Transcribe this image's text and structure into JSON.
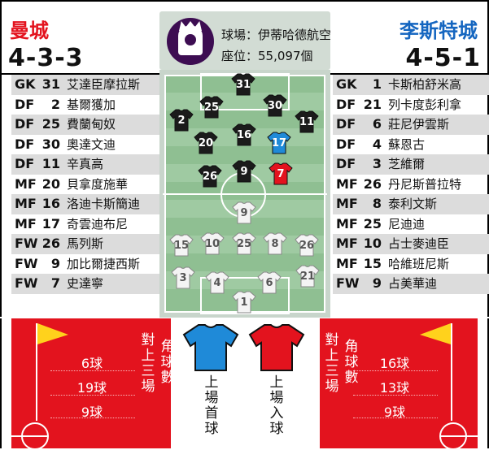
{
  "home": {
    "name": "曼城",
    "formation": "4-3-3",
    "players": [
      {
        "pos": "GK",
        "num": "31",
        "name": "艾達臣摩拉斯"
      },
      {
        "pos": "DF",
        "num": "2",
        "name": "基爾獲加"
      },
      {
        "pos": "DF",
        "num": "25",
        "name": "費蘭甸奴"
      },
      {
        "pos": "DF",
        "num": "30",
        "name": "奧達文迪"
      },
      {
        "pos": "DF",
        "num": "11",
        "name": "辛真高"
      },
      {
        "pos": "MF",
        "num": "20",
        "name": "貝拿度施華"
      },
      {
        "pos": "MF",
        "num": "16",
        "name": "洛迪卡斯簡迪"
      },
      {
        "pos": "MF",
        "num": "17",
        "name": "奇雲迪布尼"
      },
      {
        "pos": "FW",
        "num": "26",
        "name": "馬列斯"
      },
      {
        "pos": "FW",
        "num": "9",
        "name": "加比爾捷西斯"
      },
      {
        "pos": "FW",
        "num": "7",
        "name": "史達寧"
      }
    ],
    "stats": [
      "6球",
      "19球",
      "9球"
    ],
    "stats_label": "對上三場",
    "stats_heading": "角球數",
    "shirt_color": "#1f8ad8"
  },
  "away": {
    "name": "李斯特城",
    "formation": "4-5-1",
    "players": [
      {
        "pos": "GK",
        "num": "1",
        "name": "卡斯柏舒米高"
      },
      {
        "pos": "DF",
        "num": "21",
        "name": "列卡度彭利拿"
      },
      {
        "pos": "DF",
        "num": "6",
        "name": "莊尼伊雲斯"
      },
      {
        "pos": "DF",
        "num": "4",
        "name": "蘇恩古"
      },
      {
        "pos": "DF",
        "num": "3",
        "name": "芝維爾"
      },
      {
        "pos": "MF",
        "num": "26",
        "name": "丹尼斯普拉特"
      },
      {
        "pos": "MF",
        "num": "8",
        "name": "泰利文斯"
      },
      {
        "pos": "MF",
        "num": "25",
        "name": "尼迪迪"
      },
      {
        "pos": "MF",
        "num": "10",
        "name": "占士麥迪臣"
      },
      {
        "pos": "MF",
        "num": "15",
        "name": "哈維班尼斯"
      },
      {
        "pos": "FW",
        "num": "9",
        "name": "占美華迪"
      }
    ],
    "stats": [
      "16球",
      "13球",
      "9球"
    ],
    "stats_label": "對上三場",
    "stats_heading": "角球數",
    "shirt_color": "#e3131e"
  },
  "match": {
    "venue": "球場：伊蒂哈德航空",
    "capacity": "座位：55,097個",
    "logo_icon": "premier-league-lion-icon"
  },
  "pitch": {
    "dark_shirts": [
      "31",
      "2",
      "25",
      "30",
      "11",
      "20",
      "16",
      "26",
      "9"
    ],
    "highlight_blue": "17",
    "highlight_red": "7",
    "white_shirts": [
      "9",
      "15",
      "10",
      "25",
      "8",
      "26",
      "3",
      "4",
      "6",
      "21",
      "1"
    ]
  },
  "legend": {
    "home_label": "上場首球",
    "away_label": "上場入球"
  }
}
